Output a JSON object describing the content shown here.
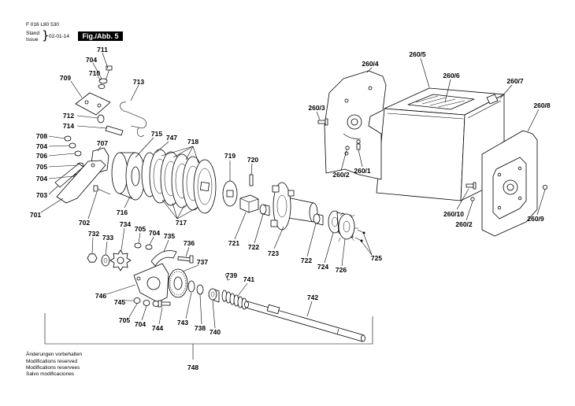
{
  "header": {
    "doc_number": "F 016 L80 530",
    "stand": "Stand",
    "issue": "Issue",
    "brace": "}",
    "date": "02-01-14",
    "figure": "Fig./Abb. 5"
  },
  "part_labels": [
    "711",
    "704",
    "710",
    "709",
    "713",
    "712",
    "714",
    "715",
    "747",
    "718",
    "708",
    "707",
    "704",
    "706",
    "705",
    "704",
    "703",
    "701",
    "716",
    "702",
    "717",
    "719",
    "720",
    "721",
    "722",
    "723",
    "722",
    "724",
    "726",
    "725",
    "260/4",
    "260/5",
    "260/6",
    "260/7",
    "260/3",
    "260/8",
    "260/2",
    "260/1",
    "260/10",
    "260/2",
    "260/9",
    "732",
    "733",
    "734",
    "705",
    "704",
    "735",
    "736",
    "737",
    "739",
    "741",
    "742",
    "746",
    "745",
    "705",
    "704",
    "744",
    "743",
    "738",
    "740",
    "748"
  ],
  "footer": {
    "notes": [
      "Änderungen vorbehalten",
      "Modifications reserved",
      "Modifications reservees",
      "Salvo modificaciones"
    ]
  }
}
